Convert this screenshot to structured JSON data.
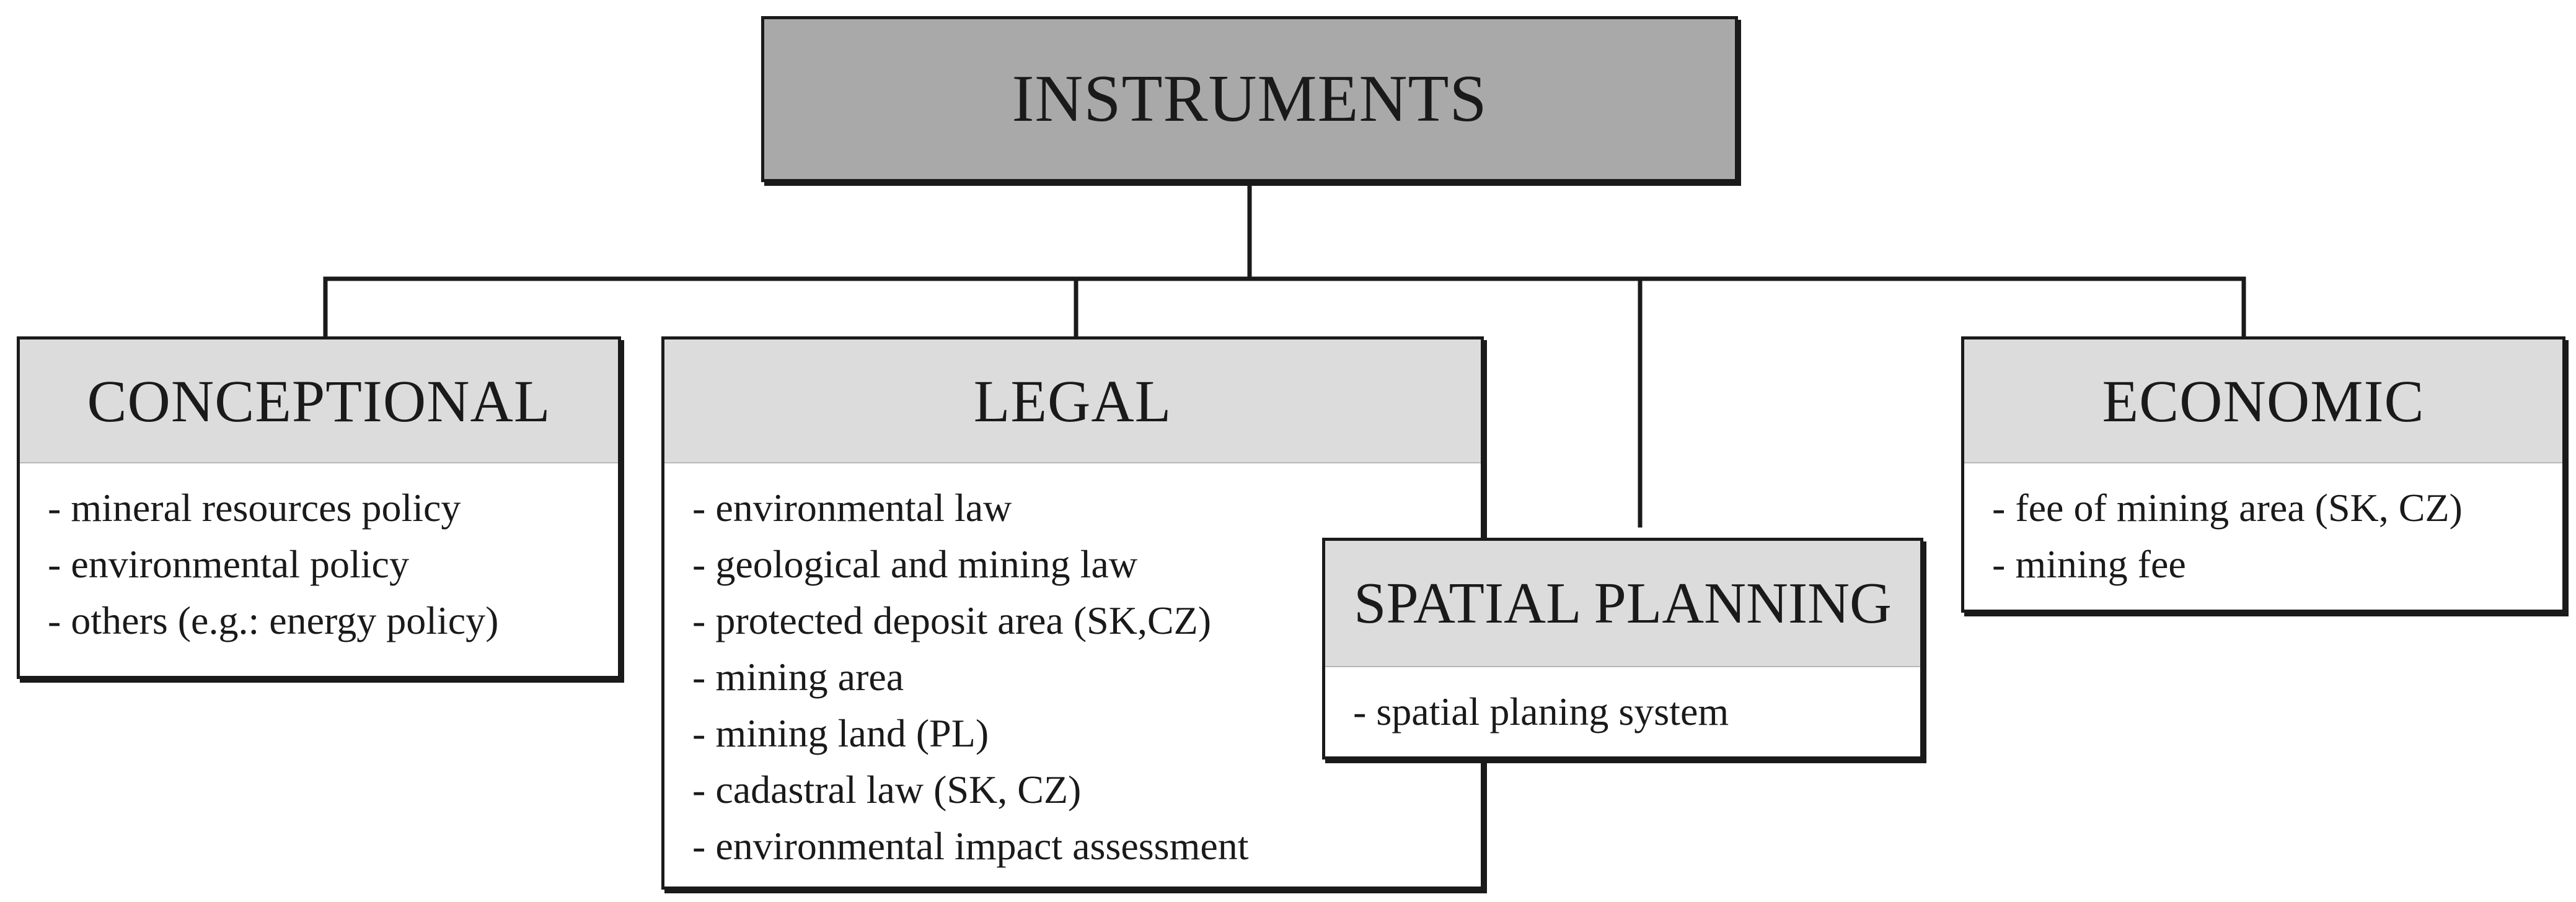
{
  "root": {
    "title": "INSTRUMENTS"
  },
  "categories": [
    {
      "id": "conceptional",
      "title": "CONCEPTIONAL",
      "items": [
        "mineral resources policy",
        "environmental policy",
        "others (e.g.: energy policy)"
      ]
    },
    {
      "id": "legal",
      "title": "LEGAL",
      "items": [
        "environmental law",
        "geological and mining law",
        "protected deposit area (SK,CZ)",
        "mining area",
        "mining land (PL)",
        "cadastral law (SK, CZ)",
        "environmental impact assessment"
      ]
    },
    {
      "id": "spatial",
      "title": "SPATIAL PLANNING",
      "items": [
        "spatial planing system"
      ]
    },
    {
      "id": "economic",
      "title": "ECONOMIC",
      "items": [
        "fee of mining area (SK, CZ)",
        "mining fee"
      ]
    }
  ],
  "item_prefix": "-",
  "colors": {
    "root_fill": "#a9a9a9",
    "header_fill": "#dcdcdc",
    "line": "#1a1a1a",
    "background": "#ffffff"
  }
}
